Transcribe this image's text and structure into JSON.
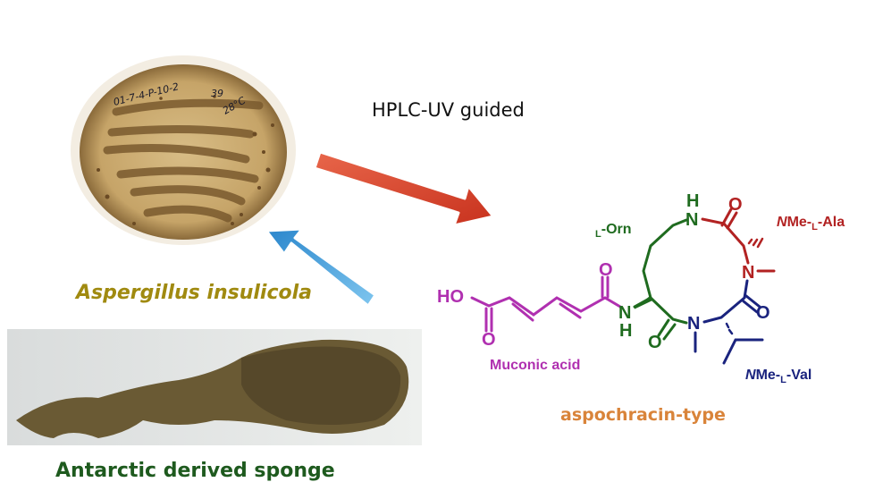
{
  "colors": {
    "fungus_label": "#a08a10",
    "sponge_label": "#1e5a1e",
    "muconic": "#b030b0",
    "ornithine": "#1f6b1f",
    "alanine": "#b22222",
    "valine": "#1a237e",
    "compound_class": "#d9843a",
    "red_arrow": "#d8452d",
    "blue_arrow": "#3b9ad9"
  },
  "petri_dish_handwriting": [
    "01-7-4-P-10-2",
    "39",
    "28°C"
  ],
  "labels": {
    "method": "HPLC-UV guided",
    "fungus": "Aspergillus insulicola",
    "sponge": "Antarctic derived sponge",
    "compound_class": "aspochracin-type"
  },
  "structure": {
    "atoms": {
      "HO": "HO",
      "O": "O",
      "N": "N",
      "H": "H"
    },
    "fragments": {
      "ornithine": {
        "prefix": "L",
        "name": "-Orn"
      },
      "alanine": {
        "italic": "N",
        "me": "Me-",
        "sub": "L",
        "name": "-Ala"
      },
      "valine": {
        "italic": "N",
        "me": "Me-",
        "sub": "L",
        "name": "-Val"
      },
      "muconic": "Muconic acid"
    }
  }
}
